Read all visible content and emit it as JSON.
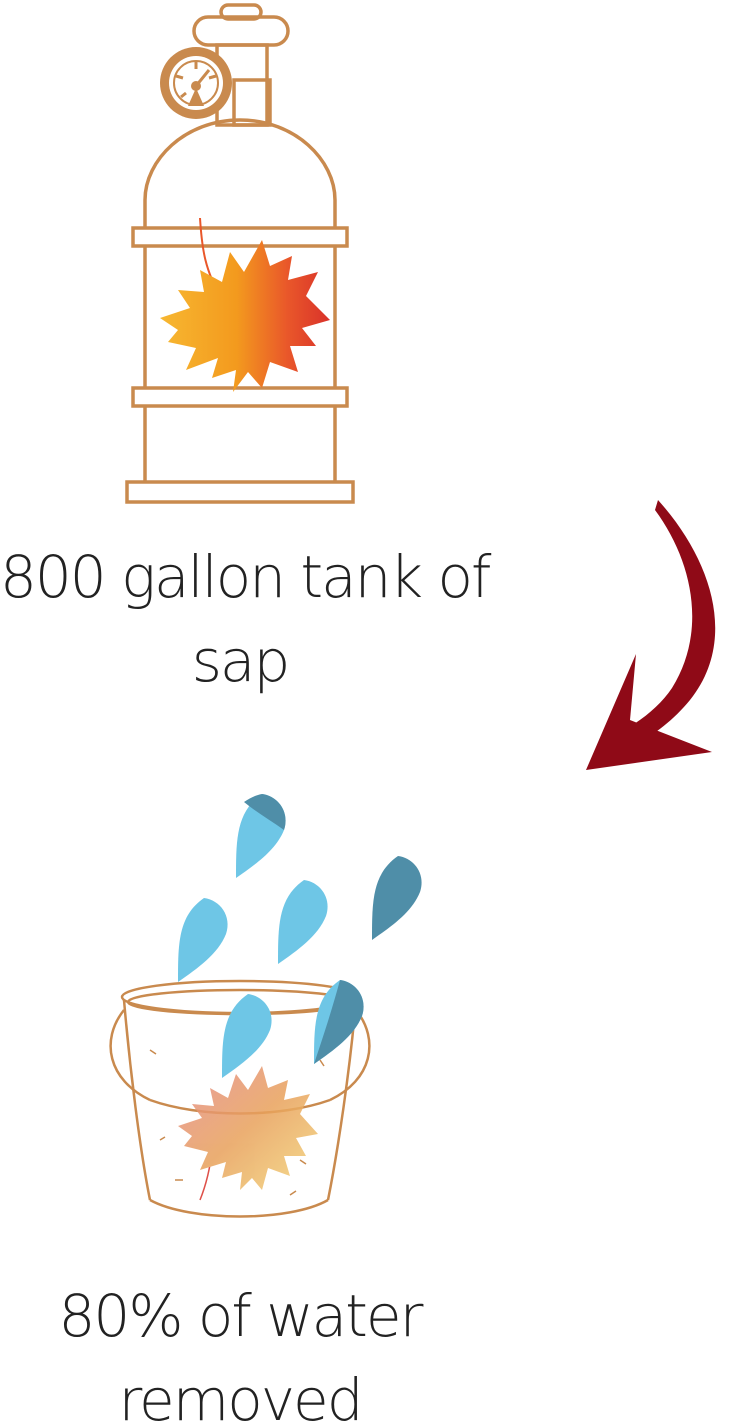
{
  "steps": [
    {
      "label_line1": "800 gallon tank of",
      "label_line2": "sap",
      "icon": "sap-tank-with-maple-leaf"
    },
    {
      "label_line1": "80% of water",
      "label_line2": "removed",
      "icon": "bucket-with-water-drops"
    }
  ],
  "arrow": {
    "icon": "curved-arrow-down"
  },
  "colors": {
    "tank_outline": "#c98a4e",
    "arrow": "#8f0a17",
    "drop_light": "#6ec6e6",
    "drop_dark": "#4f8ea8",
    "text": "#222222"
  }
}
